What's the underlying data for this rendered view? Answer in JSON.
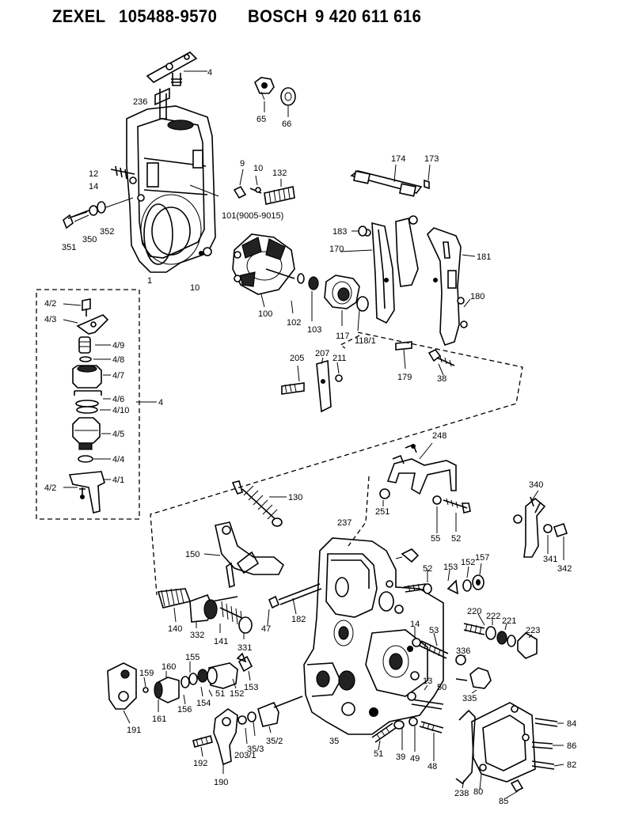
{
  "title": {
    "brand1": "ZEXEL",
    "number1": "105488-9570",
    "brand2": "BOSCH",
    "number2": "9 420 611 616"
  },
  "callouts": {
    "c4_top": "4",
    "c236": "236",
    "c65": "65",
    "c66": "66",
    "c12": "12",
    "c14": "14",
    "c9": "9",
    "c10a": "10",
    "c132": "132",
    "c174": "174",
    "c173": "173",
    "c351": "351",
    "c350": "350",
    "c352": "352",
    "c101": "101(9005-9015)",
    "c183": "183",
    "c170": "170",
    "c181": "181",
    "c10b": "10",
    "c1": "1",
    "c100": "100",
    "c102": "102",
    "c103": "103",
    "c117": "117",
    "c118_1": "118/1",
    "c180": "180",
    "c4_2a": "4/2",
    "c4_3": "4/3",
    "c4_9": "4/9",
    "c4_8": "4/8",
    "c4_7": "4/7",
    "c4_6": "4/6",
    "c4": "4",
    "c4_10": "4/10",
    "c4_5": "4/5",
    "c4_4": "4/4",
    "c4_2b": "4/2",
    "c4_1": "4/1",
    "c205": "205",
    "c207": "207",
    "c211": "211",
    "c179": "179",
    "c38": "38",
    "c248": "248",
    "c130": "130",
    "c340": "340",
    "c251": "251",
    "c55": "55",
    "c52a": "52",
    "c237": "237",
    "c341": "341",
    "c342": "342",
    "c150": "150",
    "c52b": "52",
    "c153a": "153",
    "c152a": "152",
    "c157": "157",
    "c182": "182",
    "c47": "47",
    "c220": "220",
    "c222": "222",
    "c221": "221",
    "c223": "223",
    "c140": "140",
    "c332": "332",
    "c141": "141",
    "c331": "331",
    "c14b": "14",
    "c53": "53",
    "c336": "336",
    "c155": "155",
    "c160": "160",
    "c159": "159",
    "c51a": "51",
    "c152b": "152",
    "c153b": "153",
    "c154": "154",
    "c156": "156",
    "c161": "161",
    "c13": "13",
    "c50": "50",
    "c335": "335",
    "c191": "191",
    "c35_3": "35/3",
    "c35_2": "35/2",
    "c203_1": "203/1",
    "c35": "35",
    "c51b": "51",
    "c39": "39",
    "c49": "49",
    "c48": "48",
    "c84": "84",
    "c86": "86",
    "c82": "82",
    "c192": "192",
    "c190": "190",
    "c238": "238",
    "c80": "80",
    "c85": "85"
  }
}
